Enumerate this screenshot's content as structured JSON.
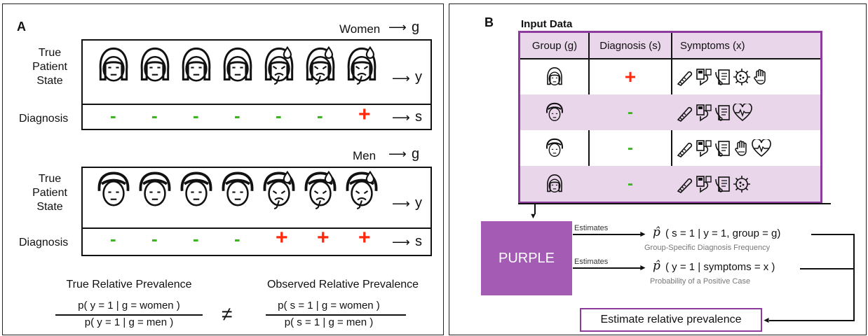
{
  "panelA": {
    "letter": "A",
    "women": {
      "group_label": "Women",
      "group_symbol": "g",
      "row1_label_lines": [
        "True",
        "Patient",
        "State"
      ],
      "state_symbol": "y",
      "diagnosis_label": "Diagnosis",
      "diag_symbol": "s",
      "diagnoses": [
        "-",
        "-",
        "-",
        "-",
        "-",
        "-",
        "+"
      ]
    },
    "men": {
      "group_label": "Men",
      "group_symbol": "g",
      "row1_label_lines": [
        "True",
        "Patient",
        "State"
      ],
      "state_symbol": "y",
      "diagnosis_label": "Diagnosis",
      "diag_symbol": "s",
      "diagnoses": [
        "-",
        "-",
        "-",
        "-",
        "+",
        "+",
        "+"
      ]
    },
    "true_title": "True Relative Prevalence",
    "true_num": "p( y = 1 | g = women )",
    "true_den": "p( y = 1 | g = men )",
    "neq": "≠",
    "obs_title": "Observed Relative Prevalence",
    "obs_num": "p( s = 1 | g = women )",
    "obs_den": "p( s = 1 | g = men )"
  },
  "panelB": {
    "letter": "B",
    "table_title": "Input Data",
    "headers": [
      "Group (g)",
      "Diagnosis (s)",
      "Symptoms (x)"
    ],
    "rows": [
      {
        "group": "woman-icon",
        "diagnosis": "+",
        "symptoms": [
          "thermometer-icon",
          "blood-pressure-icon",
          "clipboard-stethoscope-icon",
          "virus-icon",
          "hand-icon"
        ]
      },
      {
        "group": "man-icon",
        "diagnosis": "-",
        "symptoms": [
          "thermometer-icon",
          "blood-pressure-icon",
          "clipboard-stethoscope-icon",
          "heart-pulse-icon"
        ]
      },
      {
        "group": "man-icon",
        "diagnosis": "-",
        "symptoms": [
          "thermometer-icon",
          "blood-pressure-icon",
          "clipboard-stethoscope-icon",
          "hand-icon",
          "heart-pulse-icon"
        ]
      },
      {
        "group": "woman-icon",
        "diagnosis": "-",
        "symptoms": [
          "thermometer-icon",
          "blood-pressure-icon",
          "clipboard-stethoscope-icon",
          "virus-icon"
        ]
      }
    ],
    "purple_label": "PURPLE",
    "estimates_1": "Estimates",
    "estimates_2": "Estimates",
    "est1_formula": "( s = 1 | y = 1, group = g)",
    "est1_caption": "Group-Specific Diagnosis Frequency",
    "est2_formula": "( y = 1 | symptoms = x )",
    "est2_caption": "Probability of a Positive Case",
    "output_label": "Estimate relative prevalence",
    "colors": {
      "purple": "#a45bb4",
      "table_border": "#8d3b9c",
      "row_shade": "#ead6ea",
      "minus": "#3cb521",
      "plus": "#ff2a0e"
    }
  }
}
